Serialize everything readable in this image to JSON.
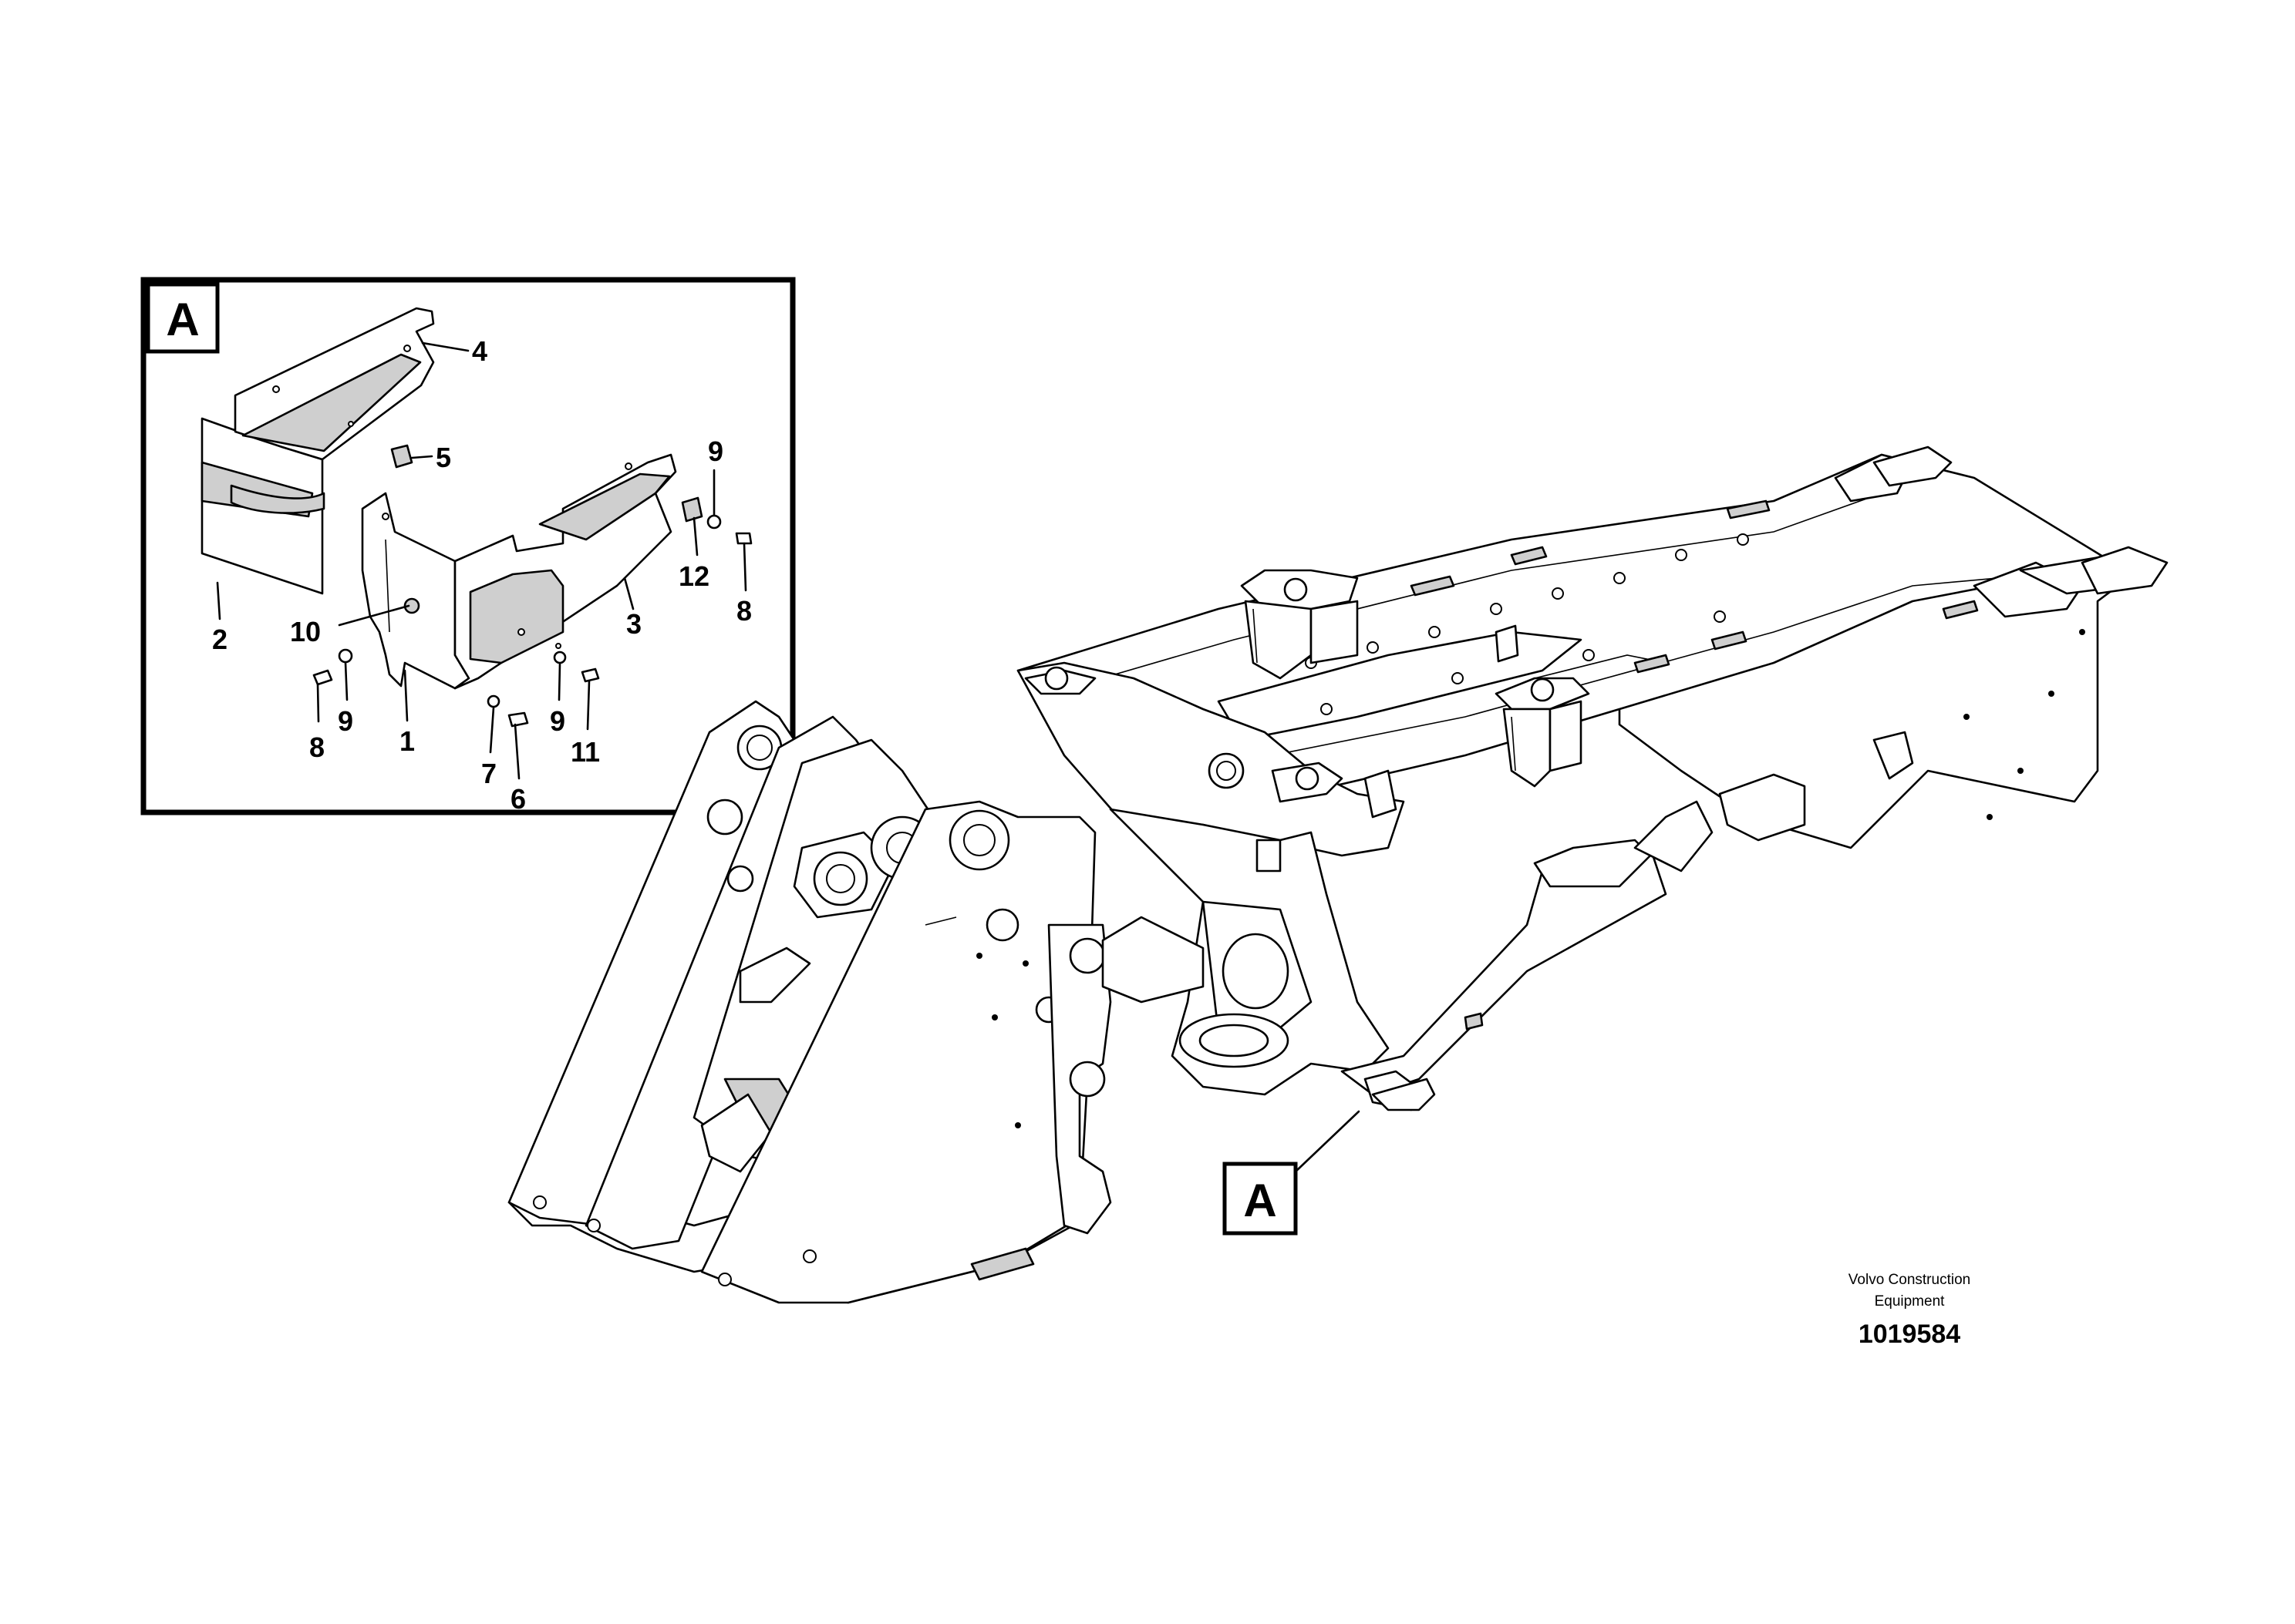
{
  "detail_view": {
    "label": "A",
    "callouts": {
      "c1": "1",
      "c2": "2",
      "c3": "3",
      "c4": "4",
      "c5": "5",
      "c6": "6",
      "c7": "7",
      "c8a": "8",
      "c8b": "8",
      "c9a": "9",
      "c9b": "9",
      "c9c": "9",
      "c10": "10",
      "c11": "11",
      "c12": "12"
    }
  },
  "main_view": {
    "reference_label": "A"
  },
  "footer": {
    "brand_line_1": "Volvo Construction",
    "brand_line_2": "Equipment",
    "part_number": "1019584"
  }
}
